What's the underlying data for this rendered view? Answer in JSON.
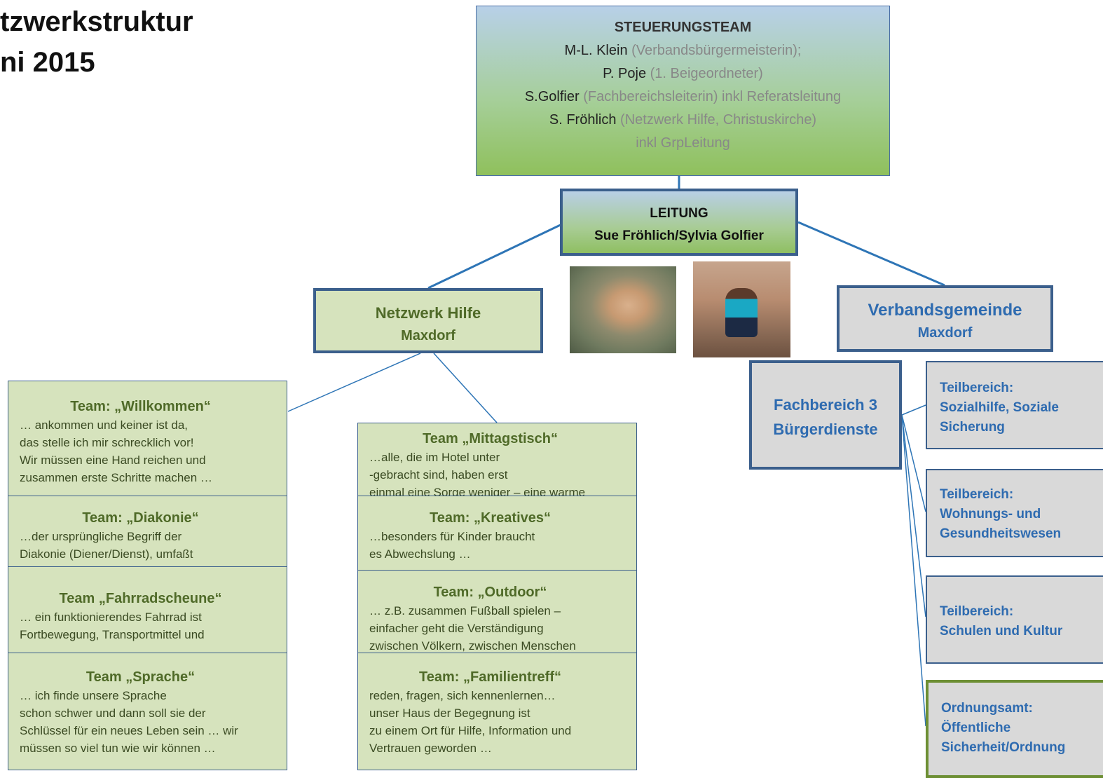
{
  "title": {
    "line1": "tzwerkstruktur",
    "line2": "ni 2015"
  },
  "steuerungsteam": {
    "heading": "STEUERUNGSTEAM",
    "members": [
      {
        "name": "M-L. Klein",
        "role": "(Verbandsbürgermeisterin);"
      },
      {
        "name": "P. Poje",
        "role": "(1. Beigeordneter)"
      },
      {
        "name": "S.Golfier",
        "role": "(Fachbereichsleiterin) inkl Referatsleitung"
      },
      {
        "name": "S. Fröhlich",
        "role": "(Netzwerk Hilfe, Christuskirche)"
      }
    ],
    "extra": "inkl GrpLeitung"
  },
  "leitung": {
    "heading": "LEITUNG",
    "names": "Sue Fröhlich/Sylvia Golfier"
  },
  "netzwerk_hilfe": {
    "line1": "Netzwerk Hilfe",
    "line2": "Maxdorf"
  },
  "verbandsgemeinde": {
    "line1": "Verbandsgemeinde",
    "line2": "Maxdorf"
  },
  "fachbereich": {
    "line1": "Fachbereich 3",
    "line2": "Bürgerdienste"
  },
  "teilbereiche": [
    {
      "lines": [
        "Teilbereich:",
        "Sozialhilfe, Soziale",
        "Sicherung"
      ]
    },
    {
      "lines": [
        "Teilbereich:",
        "Wohnungs- und",
        "Gesundheitswesen"
      ]
    },
    {
      "lines": [
        "Teilbereich:",
        "Schulen und Kultur"
      ]
    },
    {
      "lines": [
        "Ordnungsamt:",
        "Öffentliche",
        "Sicherheit/Ordnung"
      ]
    }
  ],
  "teams_left": [
    {
      "title": "Team: „Willkommen“",
      "lines": [
        "… ankommen und keiner ist da,",
        "das stelle ich mir schrecklich vor!",
        "Wir müssen eine Hand reichen und",
        "zusammen erste Schritte machen …"
      ]
    },
    {
      "title": "Team: „Diakonie“",
      "lines": [
        "…der ursprüngliche Begriff der",
        "Diakonie (Diener/Dienst), umfaßt"
      ]
    },
    {
      "title": "Team „Fahrradscheune“",
      "lines": [
        "… ein funktionierendes Fahrrad ist",
        "Fortbewegung, Transportmittel und"
      ]
    },
    {
      "title": "Team „Sprache“",
      "lines": [
        "… ich finde unsere Sprache",
        "schon schwer und dann soll sie der",
        "Schlüssel für ein neues Leben sein … wir",
        "müssen so viel tun wie wir können …"
      ]
    }
  ],
  "teams_right": [
    {
      "title": "Team „Mittagstisch“",
      "lines": [
        "…alle, die im Hotel unter",
        "-gebracht sind, haben erst",
        "einmal eine Sorge weniger – eine warme"
      ]
    },
    {
      "title": "Team: „Kreatives“",
      "lines": [
        "…besonders für Kinder braucht",
        "es Abwechslung …"
      ]
    },
    {
      "title": "Team: „Outdoor“",
      "lines": [
        "… z.B. zusammen Fußball spielen –",
        "einfacher geht die Verständigung",
        "zwischen Völkern, zwischen Menschen"
      ]
    },
    {
      "title": "Team: „Familientreff“",
      "lines": [
        "reden, fragen, sich kennenlernen…",
        "unser Haus der Begegnung ist",
        "zu einem Ort für Hilfe, Information und",
        "Vertrauen geworden …"
      ]
    }
  ]
}
